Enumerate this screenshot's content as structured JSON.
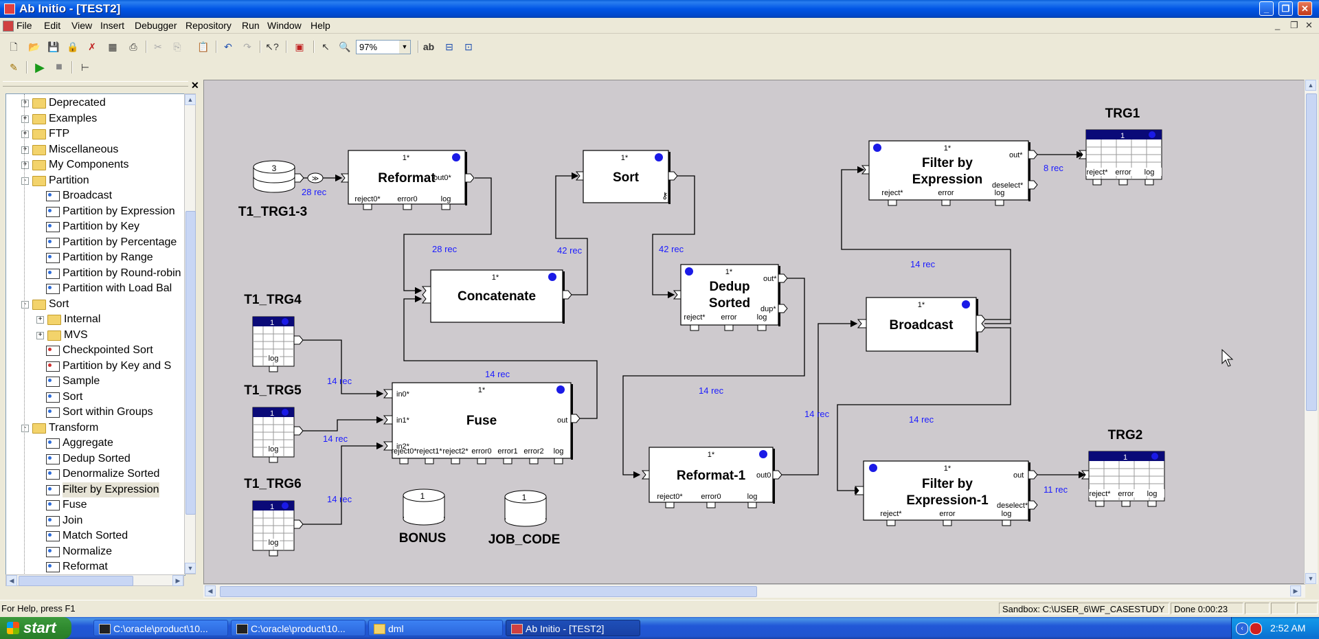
{
  "window": {
    "title": "Ab Initio - [TEST2]",
    "controls": [
      "minimize",
      "restore",
      "close"
    ],
    "mdi_controls": [
      "minimize",
      "restore",
      "close"
    ]
  },
  "menu": [
    "File",
    "Edit",
    "View",
    "Insert",
    "Debugger",
    "Repository",
    "Run",
    "Window",
    "Help"
  ],
  "toolbar": {
    "zoom_value": "97%",
    "text_tool": "ab"
  },
  "tree": {
    "items": [
      {
        "label": "Deprecated",
        "type": "folder",
        "level": 0,
        "expander": "+"
      },
      {
        "label": "Examples",
        "type": "folder",
        "level": 0,
        "expander": "+"
      },
      {
        "label": "FTP",
        "type": "folder",
        "level": 0,
        "expander": "+"
      },
      {
        "label": "Miscellaneous",
        "type": "folder",
        "level": 0,
        "expander": "+"
      },
      {
        "label": "My Components",
        "type": "folder",
        "level": 0,
        "expander": "+"
      },
      {
        "label": "Partition",
        "type": "folder",
        "level": 0,
        "expander": "-"
      },
      {
        "label": "Broadcast",
        "type": "component",
        "level": 1
      },
      {
        "label": "Partition by Expression",
        "type": "component",
        "level": 1
      },
      {
        "label": "Partition by Key",
        "type": "component",
        "level": 1
      },
      {
        "label": "Partition by Percentage",
        "type": "component",
        "level": 1
      },
      {
        "label": "Partition by Range",
        "type": "component",
        "level": 1
      },
      {
        "label": "Partition by Round-robin",
        "type": "component",
        "level": 1
      },
      {
        "label": "Partition with Load Bal",
        "type": "component",
        "level": 1
      },
      {
        "label": "Sort",
        "type": "folder",
        "level": 0,
        "expander": "-"
      },
      {
        "label": "Internal",
        "type": "folder",
        "level": 1,
        "expander": "+"
      },
      {
        "label": "MVS",
        "type": "folder",
        "level": 1,
        "expander": "+"
      },
      {
        "label": "Checkpointed Sort",
        "type": "component-red",
        "level": 1
      },
      {
        "label": "Partition by Key and S",
        "type": "component-red",
        "level": 1
      },
      {
        "label": "Sample",
        "type": "component",
        "level": 1
      },
      {
        "label": "Sort",
        "type": "component",
        "level": 1
      },
      {
        "label": "Sort within Groups",
        "type": "component",
        "level": 1
      },
      {
        "label": "Transform",
        "type": "folder",
        "level": 0,
        "expander": "-"
      },
      {
        "label": "Aggregate",
        "type": "component",
        "level": 1
      },
      {
        "label": "Dedup Sorted",
        "type": "component",
        "level": 1
      },
      {
        "label": "Denormalize Sorted",
        "type": "component",
        "level": 1
      },
      {
        "label": "Filter by Expression",
        "type": "component",
        "level": 1,
        "selected": true
      },
      {
        "label": "Fuse",
        "type": "component",
        "level": 1
      },
      {
        "label": "Join",
        "type": "component",
        "level": 1
      },
      {
        "label": "Match Sorted",
        "type": "component",
        "level": 1
      },
      {
        "label": "Normalize",
        "type": "component",
        "level": 1
      },
      {
        "label": "Reformat",
        "type": "component",
        "level": 1
      }
    ]
  },
  "graph": {
    "components": {
      "reformat": {
        "title": "Reformat",
        "layout": "1*",
        "ports": {
          "out": "out0*",
          "reject": "reject0*",
          "error": "error0",
          "log": "log"
        }
      },
      "sort": {
        "title": "Sort",
        "layout": "1*"
      },
      "concatenate": {
        "title": "Concatenate",
        "layout": "1*"
      },
      "dedup": {
        "title1": "Dedup",
        "title2": "Sorted",
        "layout": "1*",
        "ports": {
          "out": "out*",
          "dup": "dup*",
          "reject": "reject*",
          "error": "error",
          "log": "log"
        }
      },
      "fuse": {
        "title": "Fuse",
        "layout": "1*",
        "ports": {
          "in0": "in0*",
          "in1": "in1*",
          "in2": "in2*",
          "out": "out",
          "r0": "reject0*",
          "r1": "reject1*",
          "r2": "reject2*",
          "e0": "error0",
          "e1": "error1",
          "e2": "error2",
          "log": "log"
        }
      },
      "filter1": {
        "title1": "Filter by",
        "title2": "Expression",
        "layout": "1*",
        "ports": {
          "out": "out*",
          "deselect": "deselect*",
          "reject": "reject*",
          "error": "error",
          "log": "log"
        }
      },
      "broadcast": {
        "title": "Broadcast",
        "layout": "1*"
      },
      "reformat1": {
        "title": "Reformat-1",
        "layout": "1*",
        "ports": {
          "out": "out0",
          "reject": "reject0*",
          "error": "error0",
          "log": "log"
        }
      },
      "filter2": {
        "title1": "Filter by",
        "title2": "Expression-1",
        "layout": "1*",
        "ports": {
          "out": "out",
          "deselect": "deselect*",
          "reject": "reject*",
          "error": "error",
          "log": "log"
        }
      }
    },
    "datasets": {
      "t1_trg13": {
        "label": "T1_TRG1-3",
        "count": "3"
      },
      "t1_trg4": {
        "label": "T1_TRG4",
        "num": "1",
        "port": "log"
      },
      "t1_trg5": {
        "label": "T1_TRG5",
        "num": "1",
        "port": "log"
      },
      "t1_trg6": {
        "label": "T1_TRG6",
        "num": "1",
        "port": "log"
      },
      "trg1": {
        "label": "TRG1",
        "num": "1",
        "ports": [
          "reject*",
          "error",
          "log"
        ]
      },
      "trg2": {
        "label": "TRG2",
        "num": "1",
        "ports": [
          "reject*",
          "error",
          "log"
        ]
      },
      "bonus": {
        "label": "BONUS",
        "count": "1"
      },
      "job_code": {
        "label": "JOB_CODE",
        "count": "1"
      }
    },
    "flow_labels": {
      "f1": "28 rec",
      "f2": "28 rec",
      "f3": "42 rec",
      "f4": "42 rec",
      "f5": "8 rec",
      "f6": "14 rec",
      "f7": "14 rec",
      "f8": "14 rec",
      "f9": "14 rec",
      "f10": "14 rec",
      "f11": "14 rec",
      "f12": "14 rec",
      "f13": "14 rec",
      "f14": "11 rec"
    }
  },
  "statusbar": {
    "help": "For Help, press F1",
    "sandbox": "Sandbox: C:\\USER_6\\WF_CASESTUDY",
    "done": "Done 0:00:23"
  },
  "taskbar": {
    "start": "start",
    "tasks": [
      "C:\\oracle\\product\\10...",
      "C:\\oracle\\product\\10...",
      "dml",
      "Ab Initio - [TEST2]"
    ],
    "clock": "2:52 AM"
  }
}
